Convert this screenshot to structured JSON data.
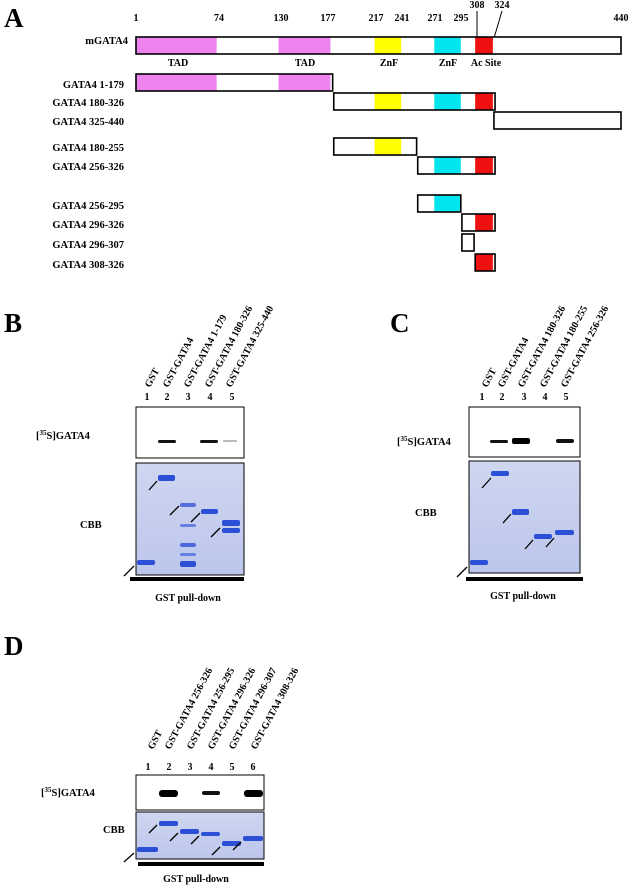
{
  "panels": {
    "a": {
      "letter": "A",
      "protein": "mGATA4",
      "axis_positions": [
        1,
        74,
        130,
        177,
        217,
        241,
        271,
        295,
        308,
        324,
        440
      ],
      "domain_labels": [
        "TAD",
        "TAD",
        "ZnF",
        "ZnF",
        "Ac Site"
      ],
      "domains": [
        {
          "name": "TAD",
          "start": 1,
          "end": 74,
          "color": "#ee82ee"
        },
        {
          "name": "TAD",
          "start": 130,
          "end": 177,
          "color": "#ee82ee"
        },
        {
          "name": "ZnF",
          "start": 217,
          "end": 241,
          "color": "#ffff00"
        },
        {
          "name": "ZnF",
          "start": 271,
          "end": 295,
          "color": "#00e5ee"
        },
        {
          "name": "Ac Site",
          "start": 308,
          "end": 324,
          "color": "#ee1111"
        }
      ],
      "constructs": [
        {
          "label": "GATA4 1-179",
          "start": 1,
          "end": 179
        },
        {
          "label": "GATA4 180-326",
          "start": 180,
          "end": 326
        },
        {
          "label": "GATA4 325-440",
          "start": 325,
          "end": 440
        },
        {
          "label": "GATA4 180-255",
          "start": 180,
          "end": 255
        },
        {
          "label": "GATA4 256-326",
          "start": 256,
          "end": 326
        },
        {
          "label": "GATA4 256-295",
          "start": 256,
          "end": 295
        },
        {
          "label": "GATA4 296-326",
          "start": 296,
          "end": 326
        },
        {
          "label": "GATA4 296-307",
          "start": 296,
          "end": 307
        },
        {
          "label": "GATA4 308-326",
          "start": 308,
          "end": 326
        }
      ]
    },
    "b": {
      "letter": "B",
      "lanes": [
        "GST",
        "GST-GATA4",
        "GST-GATA4 1-179",
        "GST-GATA4 180-326",
        "GST-GATA4 325-440"
      ],
      "lane_numbers": [
        "1",
        "2",
        "3",
        "4",
        "5"
      ],
      "blot_label_pre": "[",
      "blot_label_sup": "35",
      "blot_label_post": "S]GATA4",
      "cbb_label": "CBB",
      "footer": "GST pull-down"
    },
    "c": {
      "letter": "C",
      "lanes": [
        "GST",
        "GST-GATA4",
        "GST-GATA4 180-326",
        "GST-GATA4 180-255",
        "GST-GATA4 256-326"
      ],
      "lane_numbers": [
        "1",
        "2",
        "3",
        "4",
        "5"
      ],
      "blot_label_pre": "[",
      "blot_label_sup": "35",
      "blot_label_post": "S]GATA4",
      "cbb_label": "CBB",
      "footer": "GST pull-down"
    },
    "d": {
      "letter": "D",
      "lanes": [
        "GST",
        "GST-GATA4 256-326",
        "GST-GATA4 256-295",
        "GST-GATA4 296-326",
        "GST-GATA4 296-307",
        "GST-GATA4 308-326"
      ],
      "lane_numbers": [
        "1",
        "2",
        "3",
        "4",
        "5",
        "6"
      ],
      "blot_label_pre": "[",
      "blot_label_sup": "35",
      "blot_label_post": "S]GATA4",
      "cbb_label": "CBB",
      "footer": "GST pull-down"
    }
  },
  "colors": {
    "tad": "#ee82ee",
    "znf1": "#ffff00",
    "znf2": "#00e5ee",
    "ac_site": "#ee1111",
    "gel_background": "#c8d0ee",
    "gel_band": "#2c4fd8"
  }
}
